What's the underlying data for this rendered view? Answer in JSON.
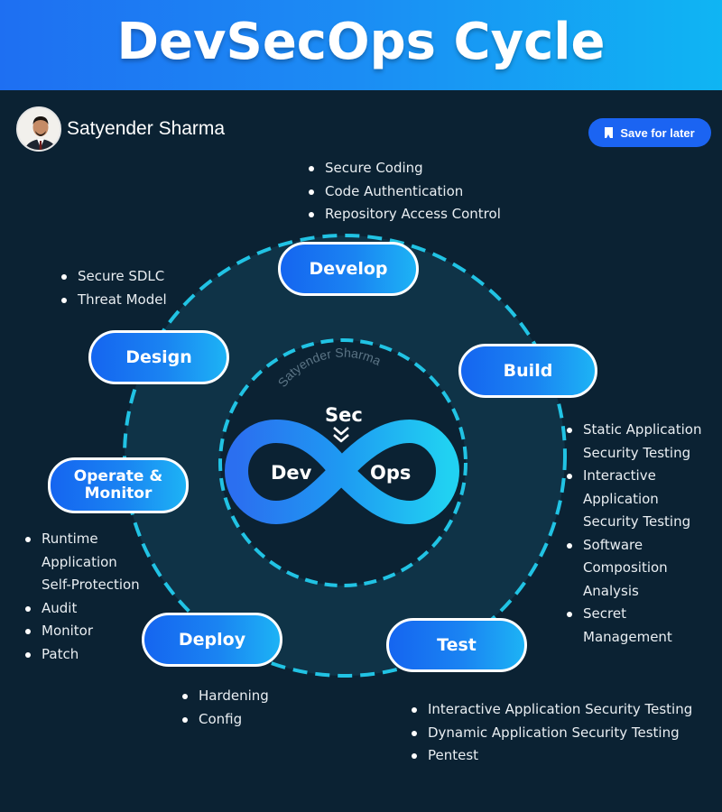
{
  "header": {
    "title": "DevSecOps Cycle"
  },
  "author": {
    "name": "Satyender Sharma"
  },
  "save_button": {
    "label": "Save for later"
  },
  "center": {
    "watermark": "Satyender Sharma",
    "sec": "Sec",
    "dev": "Dev",
    "ops": "Ops"
  },
  "colors": {
    "background": "#0b2233",
    "accent_cyan": "#20c4e6",
    "stage_blue": "#1a84f2",
    "header_blue": "#1e6ff2"
  },
  "stages": {
    "develop": {
      "label": "Develop",
      "items": [
        "Secure Coding",
        "Code Authentication",
        "Repository Access Control"
      ]
    },
    "build": {
      "label": "Build",
      "items": [
        "Static Application",
        "Security Testing",
        "Interactive",
        "Application",
        "Security Testing",
        "Software",
        "Composition",
        "Analysis",
        "Secret",
        "Management"
      ]
    },
    "test": {
      "label": "Test",
      "items": [
        "Interactive Application Security Testing",
        "Dynamic Application Security Testing",
        "Pentest"
      ]
    },
    "deploy": {
      "label": "Deploy",
      "items": [
        "Hardening",
        "Config"
      ]
    },
    "operate": {
      "label_line1": "Operate &",
      "label_line2": "Monitor",
      "items": [
        "Runtime",
        "Application",
        "Self-Protection",
        "Audit",
        "Monitor",
        "Patch"
      ]
    },
    "design": {
      "label": "Design",
      "items": [
        "Secure SDLC",
        "Threat Model"
      ]
    }
  }
}
